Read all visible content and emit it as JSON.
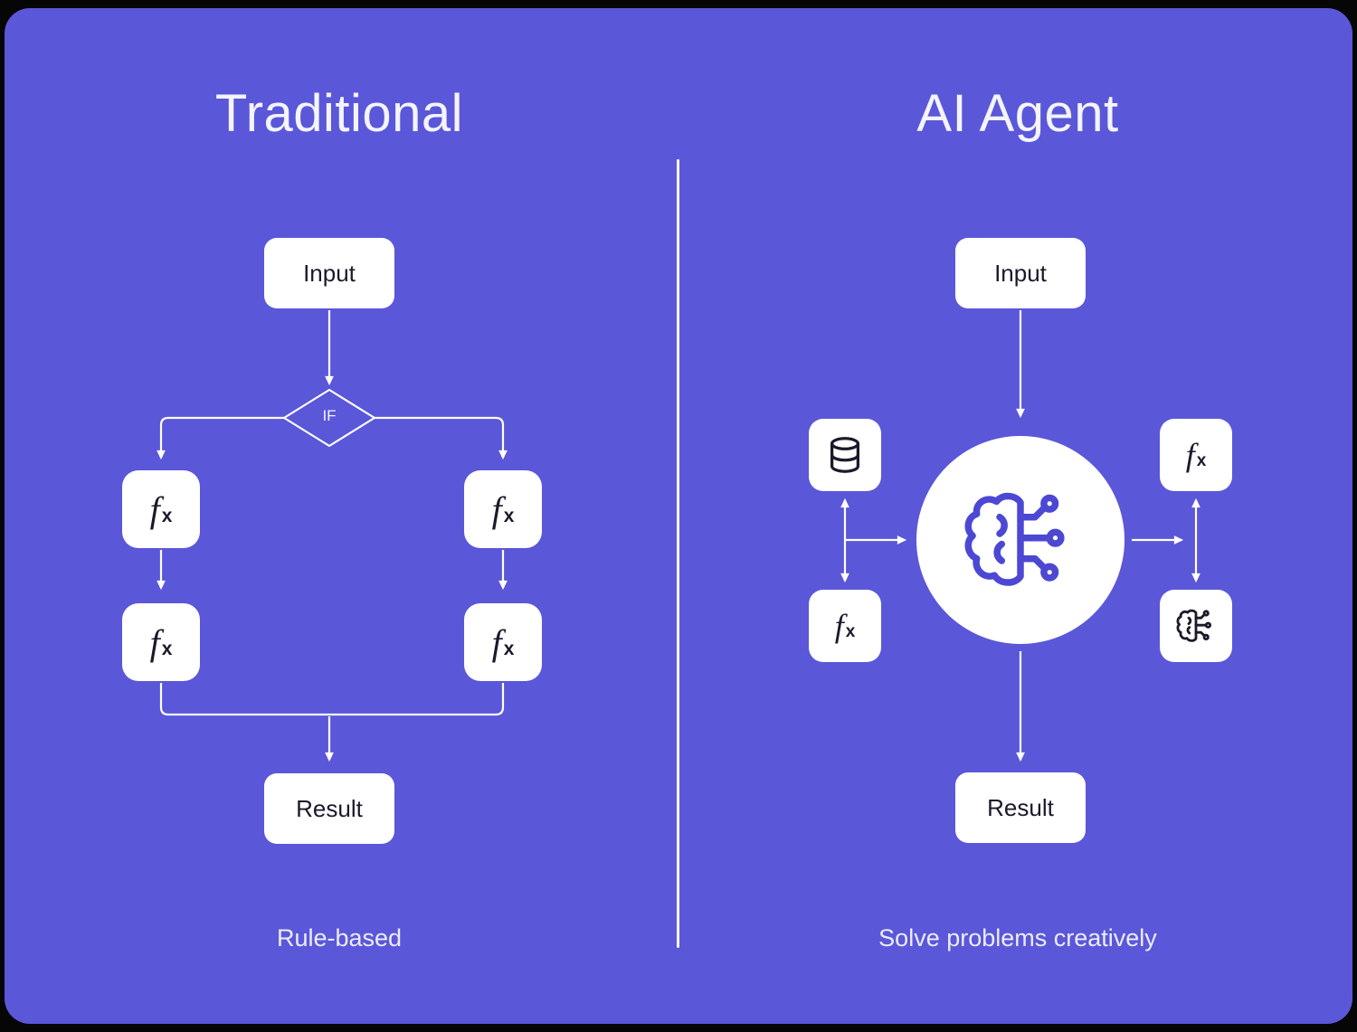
{
  "colors": {
    "page_bg": "#060606",
    "card_bg": "#5A57D9",
    "node_bg": "#FFFFFF",
    "node_text": "#1A1A2B",
    "title_text": "#F4F4FE",
    "caption_text": "#ECECFA",
    "connector": "#FFFFFF",
    "brain_accent": "#4C48D4"
  },
  "left_panel": {
    "title": "Traditional",
    "caption": "Rule-based",
    "input_label": "Input",
    "condition_label": "IF",
    "result_label": "Result"
  },
  "right_panel": {
    "title": "AI Agent",
    "caption": "Solve problems creatively",
    "input_label": "Input",
    "result_label": "Result"
  },
  "icons": {
    "fx": {
      "f": "f",
      "x": "x"
    },
    "database": "database-icon",
    "brain": "brain-circuit-icon",
    "chip": "chip-icon"
  }
}
